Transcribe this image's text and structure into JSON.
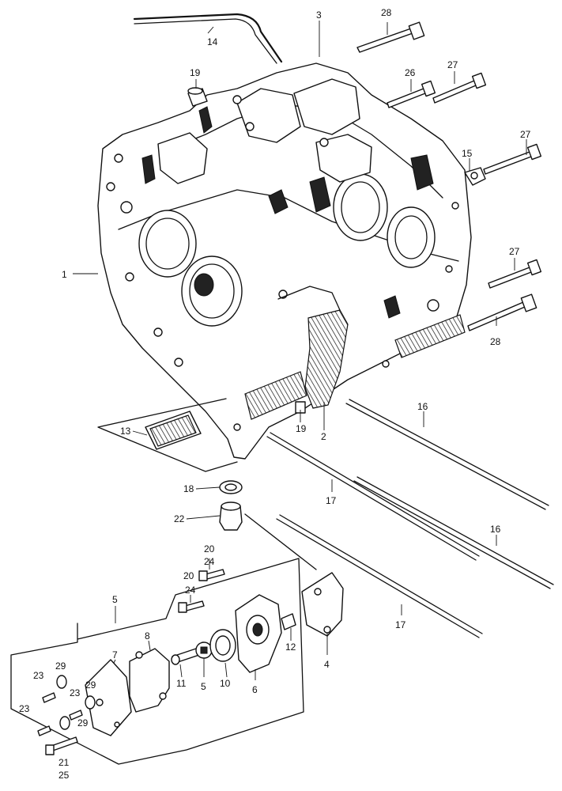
{
  "diagram": {
    "callouts": {
      "c1": "1",
      "c2": "2",
      "c3": "3",
      "c4": "4",
      "c5a": "5",
      "c5b": "5",
      "c6": "6",
      "c7": "7",
      "c8": "8",
      "c10": "10",
      "c11": "11",
      "c12": "12",
      "c13": "13",
      "c14": "14",
      "c15": "15",
      "c16a": "16",
      "c16b": "16",
      "c17a": "17",
      "c17b": "17",
      "c18": "18",
      "c19a": "19",
      "c19b": "19",
      "c20a": "20",
      "c20b": "20",
      "c21": "21",
      "c22": "22",
      "c23a": "23",
      "c23b": "23",
      "c23c": "23",
      "c24a": "24",
      "c24b": "24",
      "c25": "25",
      "c26": "26",
      "c27a": "27",
      "c27b": "27",
      "c27c": "27",
      "c28a": "28",
      "c28b": "28",
      "c29a": "29",
      "c29b": "29",
      "c29c": "29"
    }
  }
}
